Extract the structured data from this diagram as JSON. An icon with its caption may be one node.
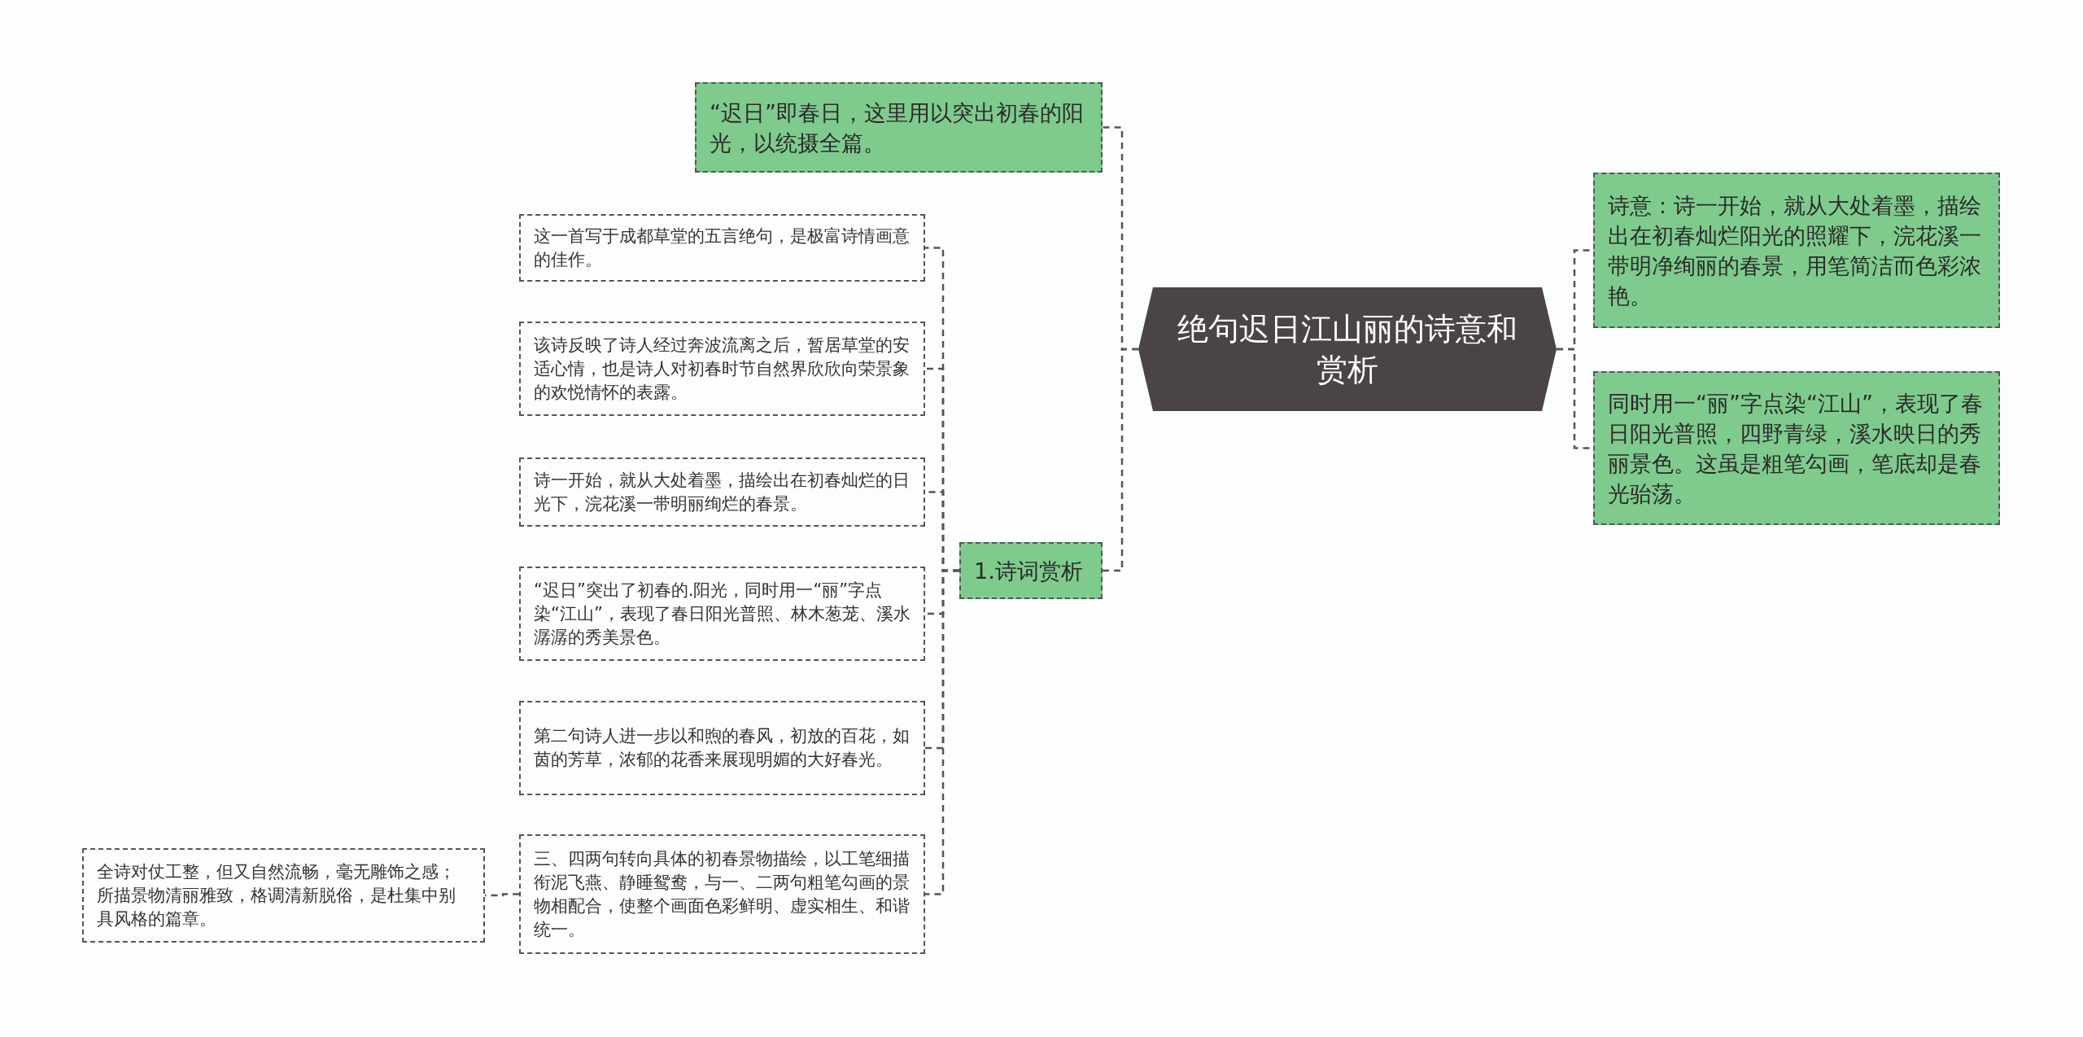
{
  "diagram": {
    "nodes": [
      {
        "text": [
          "绝句迟日江山丽的诗意和赏析"
        ]
      },
      {
        "text": [
          "“迟日”即春日，这里用以突出初春的阳光，以统摄全篇。"
        ]
      },
      {
        "text": [
          "1.诗词赏析"
        ]
      },
      {
        "text": [
          "这一首写于成都草堂的五言绝句，是极富诗情画意的佳作。"
        ]
      },
      {
        "text": [
          "该诗反映了诗人经过奔波流离之后，暂居草堂的安适心情，也是诗人对初春时节自然界欣欣向荣景象的欢悦情怀的表露。"
        ]
      },
      {
        "text": [
          "诗一开始，就从大处着墨，描绘出在初春灿烂的日光下，浣花溪一带明丽绚烂的春景。"
        ]
      },
      {
        "text": [
          "“迟日”突出了初春的.阳光，同时用一“丽”字点染“江山”，表现了春日阳光普照、林木葱茏、溪水潺潺的秀美景色。"
        ]
      },
      {
        "text": [
          "第二句诗人进一步以和煦的春风，初放的百花，如茵的芳草，浓郁的花香来展现明媚的大好春光。"
        ]
      },
      {
        "text": [
          "三、四两句转向具体的初春景物描绘，以工笔细描衔泥飞燕、静睡鸳鸯，与一、二两句粗笔勾画的景物相配合，使整个画面色彩鲜明、虚实相生、和谐统一。"
        ]
      },
      {
        "text": [
          "全诗对仗工整，但又自然流畅，毫无雕饰之感；所描景物清丽雅致，格调清新脱俗，是杜集中别具风格的篇章。"
        ]
      },
      {
        "text": [
          "诗意：诗一开始，就从大处着墨，描绘出在初春灿烂阳光的照耀下，浣花溪一带明净绚丽的春景，用笔简洁而色彩浓艳。"
        ]
      },
      {
        "text": [
          "同时用一“丽”字点染“江山”，表现了春日阳光普照，四野青绿，溪水映日的秀丽景色。这虽是粗笔勾画，笔底却是春光骀荡。"
        ]
      }
    ],
    "edges": [
      {
        "from": 0,
        "to": 1,
        "arrow": "none",
        "style": "dashed"
      },
      {
        "from": 0,
        "to": 2,
        "arrow": "none",
        "style": "dashed"
      },
      {
        "from": 2,
        "to": 3,
        "arrow": "none",
        "style": "dashed"
      },
      {
        "from": 2,
        "to": 4,
        "arrow": "none",
        "style": "dashed"
      },
      {
        "from": 2,
        "to": 5,
        "arrow": "none",
        "style": "dashed"
      },
      {
        "from": 2,
        "to": 6,
        "arrow": "none",
        "style": "dashed"
      },
      {
        "from": 2,
        "to": 7,
        "arrow": "none",
        "style": "dashed"
      },
      {
        "from": 2,
        "to": 8,
        "arrow": "none",
        "style": "dashed"
      },
      {
        "from": 8,
        "to": 9,
        "arrow": "none",
        "style": "dashed"
      },
      {
        "from": 0,
        "to": 10,
        "arrow": "none",
        "style": "dashed"
      },
      {
        "from": 0,
        "to": 11,
        "arrow": "none",
        "style": "dashed"
      }
    ]
  }
}
